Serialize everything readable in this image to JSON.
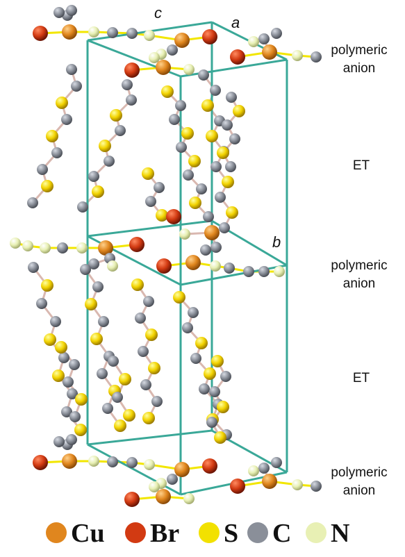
{
  "axes": {
    "a": "a",
    "b": "b",
    "c": "c"
  },
  "layers": {
    "anion_top": [
      "polymeric",
      "anion"
    ],
    "et_top": "ET",
    "anion_mid": [
      "polymeric",
      "anion"
    ],
    "et_bottom": "ET",
    "anion_bottom": [
      "polymeric",
      "anion"
    ]
  },
  "legend": [
    {
      "symbol": "Cu",
      "color": "#e0861e"
    },
    {
      "symbol": "Br",
      "color": "#d23a12"
    },
    {
      "symbol": "S",
      "color": "#f2e100"
    },
    {
      "symbol": "C",
      "color": "#8a8f99"
    },
    {
      "symbol": "N",
      "color": "#e8f0b4"
    }
  ],
  "colors": {
    "cell_edge": "#3aa898",
    "bond": "#d9b8b0"
  }
}
